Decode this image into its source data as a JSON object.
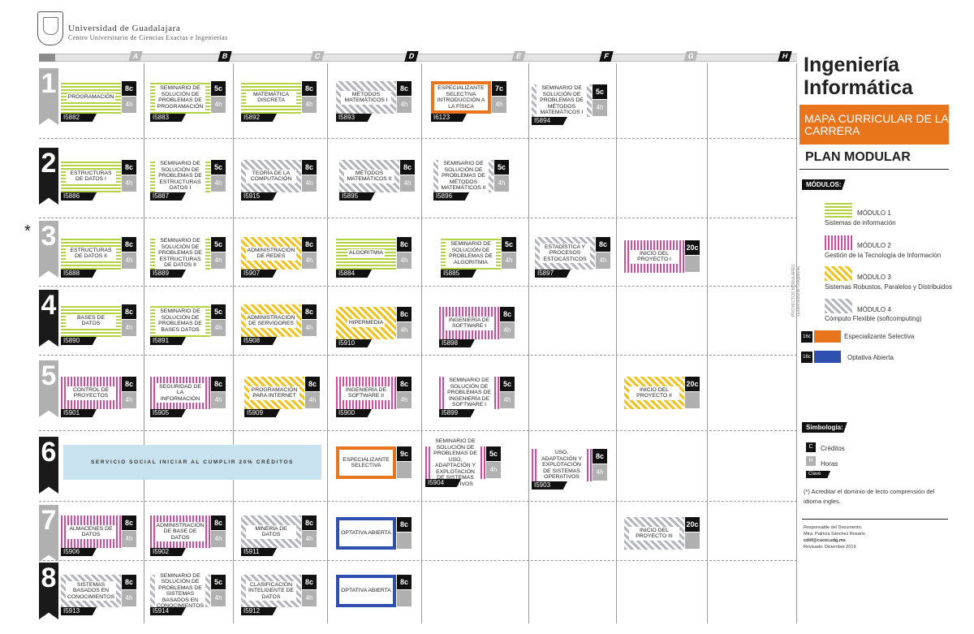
{
  "header": {
    "university": "Universidad de Guadalajara",
    "center": "Centro Universitario de Ciencias Exactas e Ingenierías"
  },
  "columns": [
    "A",
    "B",
    "C",
    "D",
    "E",
    "F",
    "G",
    "H"
  ],
  "semesters": [
    "1",
    "2",
    "3",
    "4",
    "5",
    "6",
    "7",
    "8"
  ],
  "asterisk": "*",
  "servicio_social": "SERVICIO SOCIAL INICIAR AL CUMPLIR 20% CRÉDITOS",
  "courses": [
    {
      "name": "PROGRAMACIÓN",
      "credits": "8c",
      "hours": "4h",
      "code": "I5882",
      "module": "m1"
    },
    {
      "name": "SEMINARIO DE SOLUCIÓN DE PROBLEMAS DE PROGRAMACIÓN",
      "credits": "5c",
      "hours": "4h",
      "code": "I5883",
      "module": "m1"
    },
    {
      "name": "MATEMÁTICA DISCRETA",
      "credits": "8c",
      "hours": "4h",
      "code": "I5892",
      "module": "m1"
    },
    {
      "name": "MÉTODOS MATEMÁTICOS I",
      "credits": "8c",
      "hours": "4h",
      "code": "I5893",
      "module": "m4"
    },
    {
      "name": "ESPECIALIZANTE SELECTIVA INTRODUCCIÓN A LA FÍSICA",
      "credits": "7c",
      "hours": "4h",
      "code": "I6123",
      "module": "esp"
    },
    {
      "name": "SEMINARIO DE SOLUCIÓN DE PROBLEMAS DE MÉTODOS MATEMÁTICOS I",
      "credits": "5c",
      "hours": "4h",
      "code": "I5894",
      "module": "m4"
    },
    {
      "name": "ESTRUCTURAS DE DATOS I",
      "credits": "8c",
      "hours": "4h",
      "code": "I5886",
      "module": "m1"
    },
    {
      "name": "SEMINARIO DE SOLUCIÓN DE PROBLEMAS DE ESTRUCTURAS DATOS I",
      "credits": "5c",
      "hours": "4h",
      "code": "I5887",
      "module": "m1"
    },
    {
      "name": "TEORÍA DE LA COMPUTACIÓN",
      "credits": "8c",
      "hours": "4h",
      "code": "I5915",
      "module": "m4"
    },
    {
      "name": "MÉTODOS MATEMÁTICOS II",
      "credits": "8c",
      "hours": "4h",
      "code": "I5895",
      "module": "m4"
    },
    {
      "name": "SEMINARIO DE SOLUCIÓN DE PROBLEMAS DE MÉTODOS MATEMÁTICOS II",
      "credits": "5c",
      "hours": "4h",
      "code": "I5896",
      "module": "m4"
    },
    {
      "name": "ESTRUCTURAS DE DATOS II",
      "credits": "8c",
      "hours": "4h",
      "code": "I5888",
      "module": "m1"
    },
    {
      "name": "SEMINARIO DE SOLUCIÓN DE PROBLEMAS DE ESTRUCTURAS DE DATOS II",
      "credits": "5c",
      "hours": "4h",
      "code": "I5889",
      "module": "m1"
    },
    {
      "name": "ADMINISTRACIÓN DE REDES",
      "credits": "8c",
      "hours": "4h",
      "code": "I5907",
      "module": "m3"
    },
    {
      "name": "ALGORITMIA",
      "credits": "8c",
      "hours": "4h",
      "code": "I5884",
      "module": "m1"
    },
    {
      "name": "SEMINARIO DE SOLUCIÓN DE PROBLEMAS DE ALGORITMIA",
      "credits": "5c",
      "hours": "4h",
      "code": "I5885",
      "module": "m1"
    },
    {
      "name": "ESTADÍSTICA Y PROCESOS ESTOCÁSTICOS",
      "credits": "8c",
      "hours": "4h",
      "code": "I5897",
      "module": "m4"
    },
    {
      "name": "INICIO DEL PROYECTO I",
      "credits": "20c",
      "hours": "",
      "code": "",
      "module": "m2"
    },
    {
      "name": "BASES DE DATOS",
      "credits": "8c",
      "hours": "4h",
      "code": "I5890",
      "module": "m1"
    },
    {
      "name": "SEMINARIO DE SOLUCIÓN DE PROBLEMAS DE BASES DATOS",
      "credits": "5c",
      "hours": "4h",
      "code": "I5891",
      "module": "m1"
    },
    {
      "name": "ADMINISTRACIÓN DE SERVIDORES",
      "credits": "8c",
      "hours": "4h",
      "code": "I5908",
      "module": "m3"
    },
    {
      "name": "HIPERMEDIA",
      "credits": "8c",
      "hours": "4h",
      "code": "I5910",
      "module": "m3"
    },
    {
      "name": "INGENIERÍA DE SOFTWARE I",
      "credits": "8c",
      "hours": "4h",
      "code": "I5898",
      "module": "m2"
    },
    {
      "name": "CONTROL DE PROYECTOS",
      "credits": "8c",
      "hours": "4h",
      "code": "I5901",
      "module": "m2"
    },
    {
      "name": "SEGURIDAD DE LA INFORMACIÓN",
      "credits": "8c",
      "hours": "4h",
      "code": "I5905",
      "module": "m2"
    },
    {
      "name": "PROGRAMACIÓN PARA INTERNET",
      "credits": "8c",
      "hours": "4h",
      "code": "I5909",
      "module": "m3"
    },
    {
      "name": "INGENIERÍA DE SOFTWARE II",
      "credits": "8c",
      "hours": "4h",
      "code": "I5900",
      "module": "m2"
    },
    {
      "name": "SEMINARIO DE SOLUCIÓN DE PROBLEMAS DE INGENIERÍA DE SOFTWARE I",
      "credits": "5c",
      "hours": "4h",
      "code": "I5899",
      "module": "m2"
    },
    {
      "name": "INICIO DEL PROYECTO II",
      "credits": "20c",
      "hours": "",
      "code": "",
      "module": "m3"
    },
    {
      "name": "ESPECIALIZANTE SELECTIVA",
      "credits": "9c",
      "hours": "",
      "code": "",
      "module": "esp"
    },
    {
      "name": "SEMINARIO DE SOLUCIÓN DE PROBLEMAS DE USO, ADAPTACIÓN Y EXPLOTACIÓN DE SISTEMAS OPERATIVOS",
      "credits": "5c",
      "hours": "4h",
      "code": "I5904",
      "module": "m2"
    },
    {
      "name": "USO, ADAPTACIÓN Y EXPLOTACIÓN DE SISTEMAS OPERATIVOS",
      "credits": "8c",
      "hours": "4h",
      "code": "I5903",
      "module": "m2"
    },
    {
      "name": "ALMACENES DE DATOS",
      "credits": "8c",
      "hours": "4h",
      "code": "I5906",
      "module": "m2"
    },
    {
      "name": "ADMINISTRACIÓN DE BASE DE DATOS",
      "credits": "8c",
      "hours": "4h",
      "code": "I5902",
      "module": "m2"
    },
    {
      "name": "MINERÍA DE DATOS",
      "credits": "8c",
      "hours": "4h",
      "code": "I5911",
      "module": "m4"
    },
    {
      "name": "OPTATIVA ABIERTA",
      "credits": "8c",
      "hours": "",
      "code": "",
      "module": "opt"
    },
    {
      "name": "INICIO DEL PROYECTO III",
      "credits": "20c",
      "hours": "",
      "code": "",
      "module": "m4"
    },
    {
      "name": "SISTEMAS BASADOS EN CONOCIMIENTOS",
      "credits": "8c",
      "hours": "4h",
      "code": "I5913",
      "module": "m4"
    },
    {
      "name": "SEMINARIO DE SOLUCIÓN DE PROBLEMAS DE SISTEMAS BASADOS EN CONOCIMIENTOS",
      "credits": "5c",
      "hours": "4h",
      "code": "I5914",
      "module": "m4"
    },
    {
      "name": "CLASIFICACIÓN INTELIGENTE DE DATOS",
      "credits": "8c",
      "hours": "4h",
      "code": "I5912",
      "module": "m4"
    },
    {
      "name": "OPTATIVA ABIERTA",
      "credits": "8c",
      "hours": "",
      "code": "",
      "module": "opt"
    }
  ],
  "sidebar": {
    "title_line1": "Ingeniería",
    "title_line2": "Informática",
    "mapa": "MAPA CURRICULAR DE LA CARRERA",
    "plan": "PLAN MODULAR",
    "modulos_tag": "MÓDULOS:",
    "vertical_note": "PROYECTOS MODULARES (Especializante Obligatoria)",
    "modules": [
      {
        "title": "MÓDULO 1",
        "desc": "Sistemas de información",
        "cls": "m1"
      },
      {
        "title": "MÓDULO 2",
        "desc": "Gestión de la Tecnología de Información",
        "cls": "m2"
      },
      {
        "title": "MÓDULO 3",
        "desc": "Sistemas Robustos, Paralelos y Distribuidos",
        "cls": "m3"
      },
      {
        "title": "MÓDULO 4",
        "desc": "Cómputo Flexible (softcomputing)",
        "cls": "m4"
      }
    ],
    "esp_credits": "16c",
    "esp_label": "Especializante Selectiva",
    "opt_credits": "16c",
    "opt_label": "Optativa Abierta",
    "simbologia_tag": "Simbología:",
    "sym_c": "C",
    "sym_c_label": "Créditos",
    "sym_h": "H",
    "sym_h_label": "Horas",
    "sym_clave": "Clave",
    "note": "(*) Acreditar el dominio de lecto comprensión del idioma ingles.",
    "resp1": "Responsable del Documento:",
    "resp2": "Mtra. Patricia Sánchez Rosario",
    "resp3": "cdiif@cucei.udg.mx",
    "resp4": "Revisado: Diciembre 2019"
  },
  "colors": {
    "orange": "#e8741c",
    "blue": "#2f4fb0",
    "green": "#b4d342",
    "pink": "#d34aa0",
    "yellow": "#f2c21f",
    "gray": "#b5b5c0"
  }
}
